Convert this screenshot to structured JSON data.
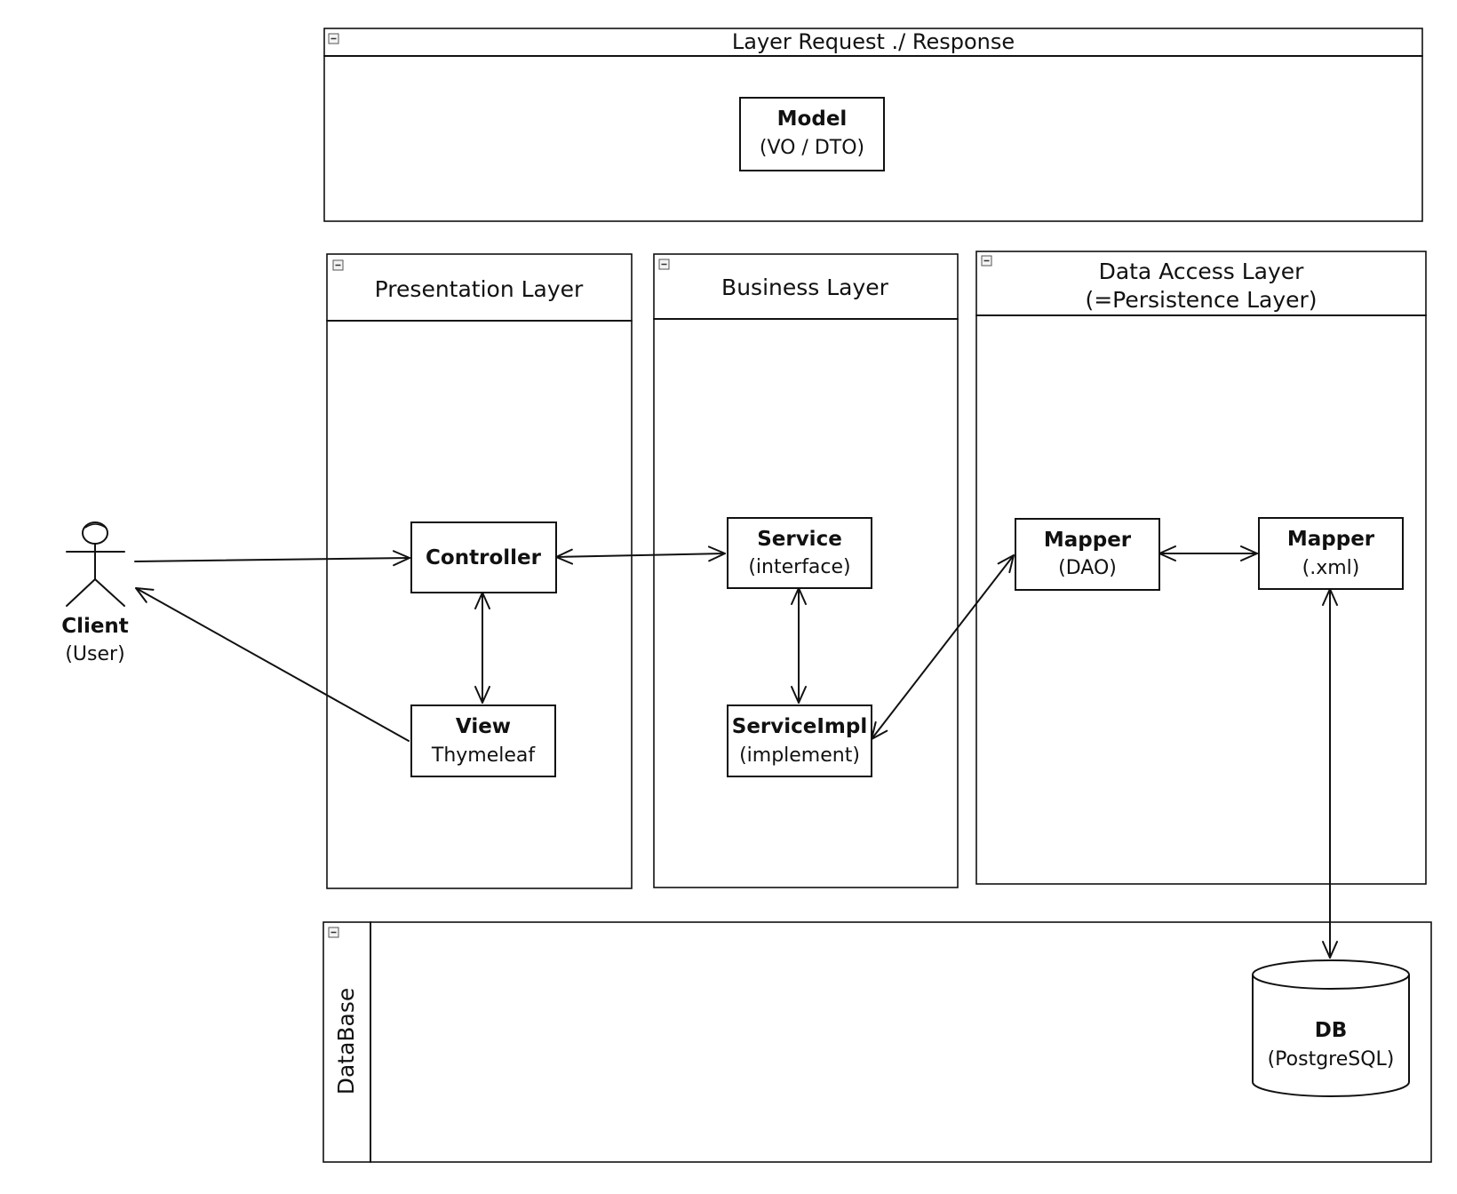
{
  "containers": {
    "request_response": {
      "title": "Layer Request ./ Response"
    },
    "presentation": {
      "title": "Presentation Layer"
    },
    "business": {
      "title": "Business Layer"
    },
    "data_access": {
      "title_line1": "Data Access Layer",
      "title_line2": "(=Persistence Layer)"
    },
    "database": {
      "title": "DataBase"
    }
  },
  "nodes": {
    "model": {
      "title": "Model",
      "subtitle": "(VO / DTO)"
    },
    "controller": {
      "title": "Controller"
    },
    "view": {
      "title": "View",
      "subtitle": "Thymeleaf"
    },
    "service": {
      "title": "Service",
      "subtitle": "(interface)"
    },
    "service_impl": {
      "title": "ServiceImpl",
      "subtitle": "(implement)"
    },
    "mapper_dao": {
      "title": "Mapper",
      "subtitle": "(DAO)"
    },
    "mapper_xml": {
      "title": "Mapper",
      "subtitle": "(.xml)"
    },
    "db": {
      "title": "DB",
      "subtitle": "(PostgreSQL)"
    },
    "client": {
      "title": "Client",
      "subtitle": "(User)"
    }
  },
  "edges": [
    {
      "from": "Client",
      "to": "Controller",
      "direction": "forward"
    },
    {
      "from": "View",
      "to": "Client",
      "direction": "forward"
    },
    {
      "from": "Controller",
      "to": "Service",
      "direction": "both"
    },
    {
      "from": "Controller",
      "to": "View",
      "direction": "both"
    },
    {
      "from": "Service",
      "to": "ServiceImpl",
      "direction": "both"
    },
    {
      "from": "ServiceImpl",
      "to": "Mapper (DAO)",
      "direction": "both"
    },
    {
      "from": "Mapper (DAO)",
      "to": "Mapper (.xml)",
      "direction": "both"
    },
    {
      "from": "Mapper (.xml)",
      "to": "DB",
      "direction": "both"
    }
  ]
}
